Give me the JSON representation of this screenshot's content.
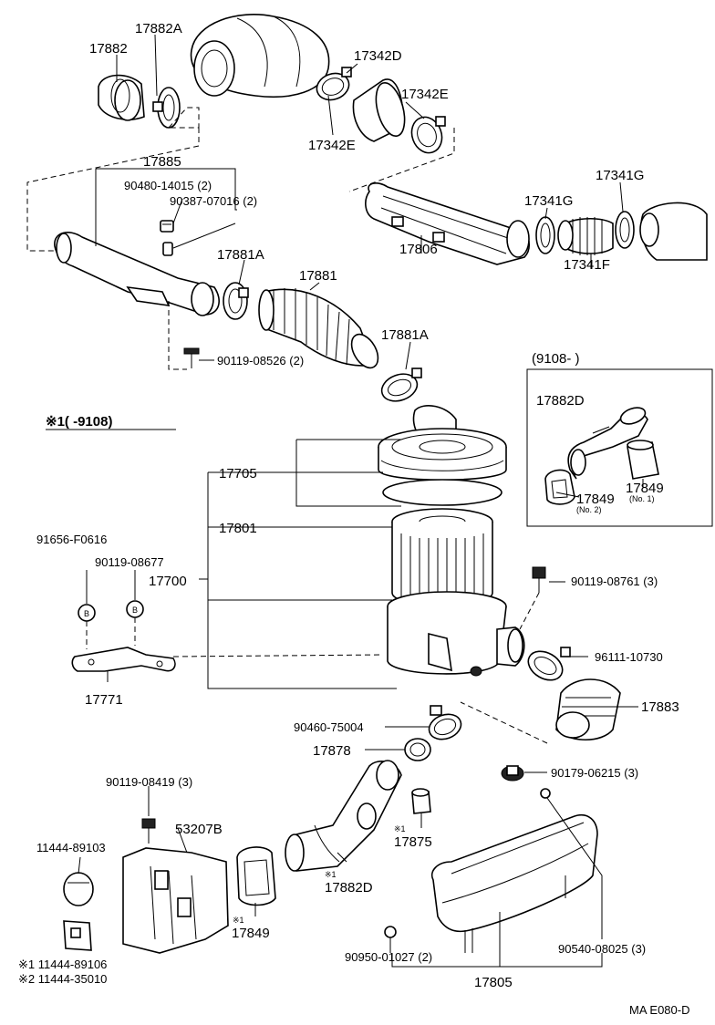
{
  "labels": {
    "p17882A": "17882A",
    "p17882": "17882",
    "p17342D": "17342D",
    "p17342E_a": "17342E",
    "p17342E_b": "17342E",
    "p17885": "17885",
    "p90480": "90480-14015 (2)",
    "p90387": "90387-07016 (2)",
    "p17341G_a": "17341G",
    "p17341G_b": "17341G",
    "p17806": "17806",
    "p17341F": "17341F",
    "p17881A_a": "17881A",
    "p17881": "17881",
    "p17881A_b": "17881A",
    "p90119_08526": "90119-08526 (2)",
    "range_9108": "(9108-        )",
    "p17882D_box": "17882D",
    "p17849_no2": "17849",
    "no2": "(No. 2)",
    "p17849_no1": "17849",
    "no1": "(No. 1)",
    "note1": "※1(        -9108)",
    "p17705": "17705",
    "p17801": "17801",
    "p91656": "91656-F0616",
    "p90119_08677": "90119-08677",
    "p17700": "17700",
    "p90119_08761": "90119-08761 (3)",
    "p96111": "96111-10730",
    "p17771": "17771",
    "p17883": "17883",
    "p90460": "90460-75004",
    "p17878": "17878",
    "p90179": "90179-06215 (3)",
    "p90119_08419": "90119-08419 (3)",
    "p53207B": "53207B",
    "p11444_89103": "11444-89103",
    "p17875": "※1\n17875",
    "p17875_mark": "※1",
    "p17875_num": "17875",
    "p17882D_mark": "※1",
    "p17882D_num": "17882D",
    "p17849_mark": "※1",
    "p17849_num": "17849",
    "p11444_89106": "※1 11444-89106",
    "p11444_35010": "※2 11444-35010",
    "p90950": "90950-01027 (2)",
    "p90540": "90540-08025 (3)",
    "p17805": "17805",
    "ref": "MA E080-D",
    "bolt_b": "B"
  }
}
